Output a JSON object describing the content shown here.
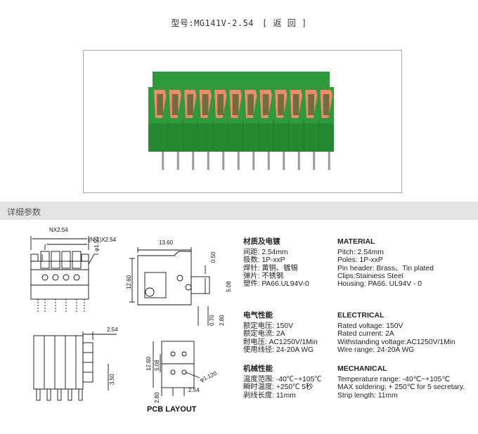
{
  "header": {
    "model_prefix": "型号:",
    "model": "MG141V-2.54",
    "back_label": "[ 返 回 ]"
  },
  "section": {
    "title": "详细参数"
  },
  "drawing": {
    "dim_nx": "NX2.54",
    "dim_n1x": "(N-1)X2.54",
    "dim_phi150": "φ1.50",
    "dim_1360": "13.60",
    "dim_050": "0.50",
    "dim_1260": "12.60",
    "dim_508": "5.08",
    "dim_070": "0.70",
    "dim_280": "2.80",
    "dim_254_top": "2.54",
    "dim_350": "3.50",
    "pcb_1260": "12.60",
    "pcb_508": "5.08",
    "pcb_280": "2.80",
    "pcb_254": "2.54",
    "pcb_phi": "φ1.120",
    "pcb_label": "PCB LAYOUT"
  },
  "specs_cn": {
    "material_title": "材质及电镀",
    "material": [
      "间距: 2.54mm",
      "极数: 1P-xxP",
      "焊针: 黄铜、镀锡",
      "弹片: 不锈钢",
      "塑件: PA66.UL94V-0"
    ],
    "electrical_title": "电气性能",
    "electrical": [
      "额定电压: 150V",
      "额定电流: 2A",
      "耐电压: AC1250V/1Min",
      "使用线径: 24-20A WG"
    ],
    "mechanical_title": "机械性能",
    "mechanical": [
      "温度范围: -40℃~+105℃",
      "瞬时温度: +250℃ 5秒",
      "剥线长度: 11mm"
    ]
  },
  "specs_en": {
    "material_title": "MATERIAL",
    "material": [
      "Pitch: 2.54mm",
      "Poles: 1P-xxP",
      "Pin header: Brass、Tin plated",
      "Clips:Stainiess Steel",
      "Housing: PA66. UL94V - 0"
    ],
    "electrical_title": "ELECTRICAL",
    "electrical": [
      "Rated voltage: 150V",
      "Rated current: 2A",
      "Withstanding voltage:AC1250V/1Min",
      "Wire range: 24-20A WG"
    ],
    "mechanical_title": "MECHANICAL",
    "mechanical": [
      "Temperature range: -40℃~+105℃",
      "MAX soldering: + 250℃ for 5 secretary.",
      "Strip length: 11mm"
    ]
  },
  "colors": {
    "terminal_green": "#2e9a3c",
    "terminal_green_dark": "#1f7a2c",
    "lever_orange": "#f08a6a",
    "section_bar": "#e3e3e3"
  }
}
